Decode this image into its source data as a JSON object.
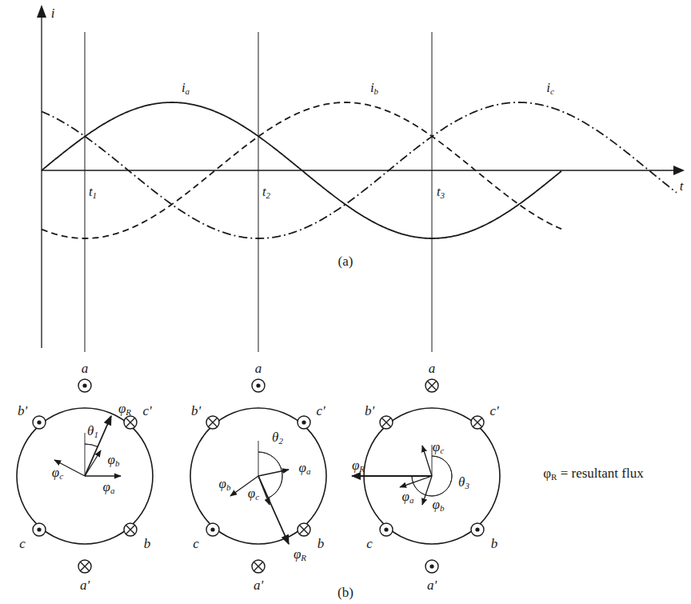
{
  "diagram": {
    "labels": [
      "i",
      "t",
      "ia",
      "ib",
      "ic",
      "t1",
      "t2",
      "t3",
      "(a)",
      "a",
      "b'",
      "c'",
      "c",
      "b",
      "a'",
      "θ1",
      "φR",
      "φa",
      "φb",
      "φc",
      "a",
      "b'",
      "c'",
      "c",
      "b",
      "a'",
      "θ2",
      "φR",
      "φa",
      "φb",
      "φc",
      "a",
      "b'",
      "c'",
      "c",
      "b",
      "a'",
      "θ3",
      "φR",
      "φa",
      "φb",
      "φc",
      "φR = resultant flux",
      "(b)"
    ]
  }
}
